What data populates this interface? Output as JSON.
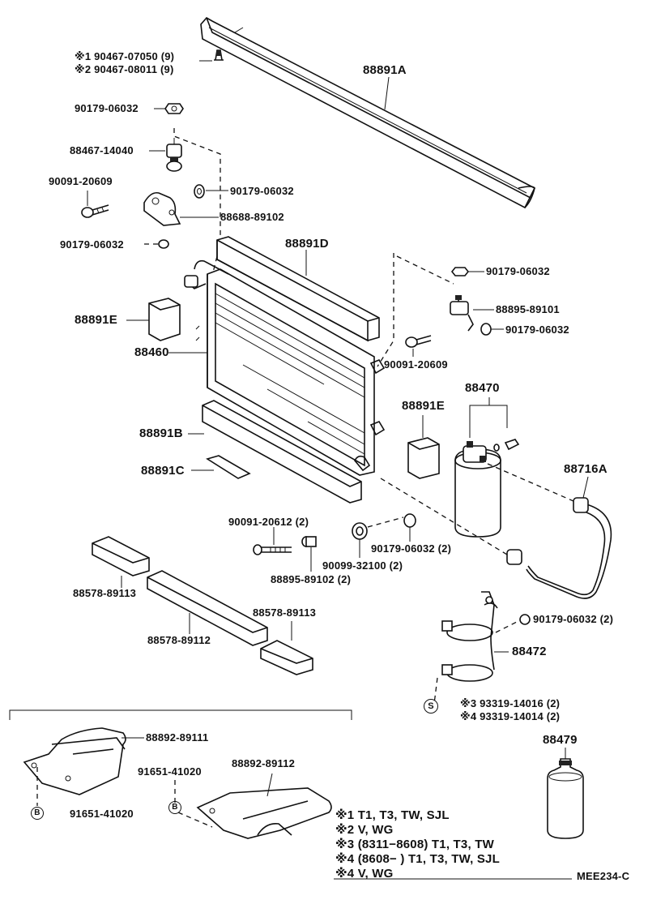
{
  "labels": {
    "bolt_n1": "※1 90467-07050 (9)",
    "bolt_n2": "※2 90467-08011 (9)",
    "seal_top": "88891A",
    "nut_a": "90179-06032",
    "cushion_left": "88467-14040",
    "bolt_left": "90091-20609",
    "nut_b": "90179-06032",
    "bracket_left": "88688-89102",
    "nut_c": "90179-06032",
    "seal_d": "88891D",
    "seal_e_left": "88891E",
    "condenser": "88460",
    "seal_b": "88891B",
    "seal_c": "88891C",
    "nut_d": "90179-06032",
    "bracket_right": "88895-89101",
    "nut_e": "90179-06032",
    "bolt_right": "90091-20609",
    "receiver": "88470",
    "seal_e_right": "88891E",
    "tube": "88716A",
    "bolt_bottom": "90091-20612 (2)",
    "collar": "88895-89102 (2)",
    "nut_f": "90179-06032 (2)",
    "cushion_bottom": "90099-32100 (2)",
    "seal_g1": "88578-89113",
    "seal_g2": "88578-89113",
    "seal_f": "88578-89112",
    "nut_g": "90179-06032 (2)",
    "clamp": "88472",
    "screw_n3": "※3  93319-14016 (2)",
    "screw_n4": "※4  93319-14014 (2)",
    "plate_1": "88892-89111",
    "clip_a": "91651-41020",
    "plate_2": "88892-89112",
    "clip_b": "91651-41020",
    "oil": "88479",
    "marker_s": "S",
    "marker_b1": "B",
    "marker_b2": "B"
  },
  "notes": [
    "※1 T1, T3, TW, SJL",
    "※2 V, WG",
    "※3 (8311−8608) T1, T3, TW",
    "※4 (8608−        ) T1, T3, TW, SJL",
    "※4 V, WG"
  ],
  "diagram_code": "MEE234-C"
}
